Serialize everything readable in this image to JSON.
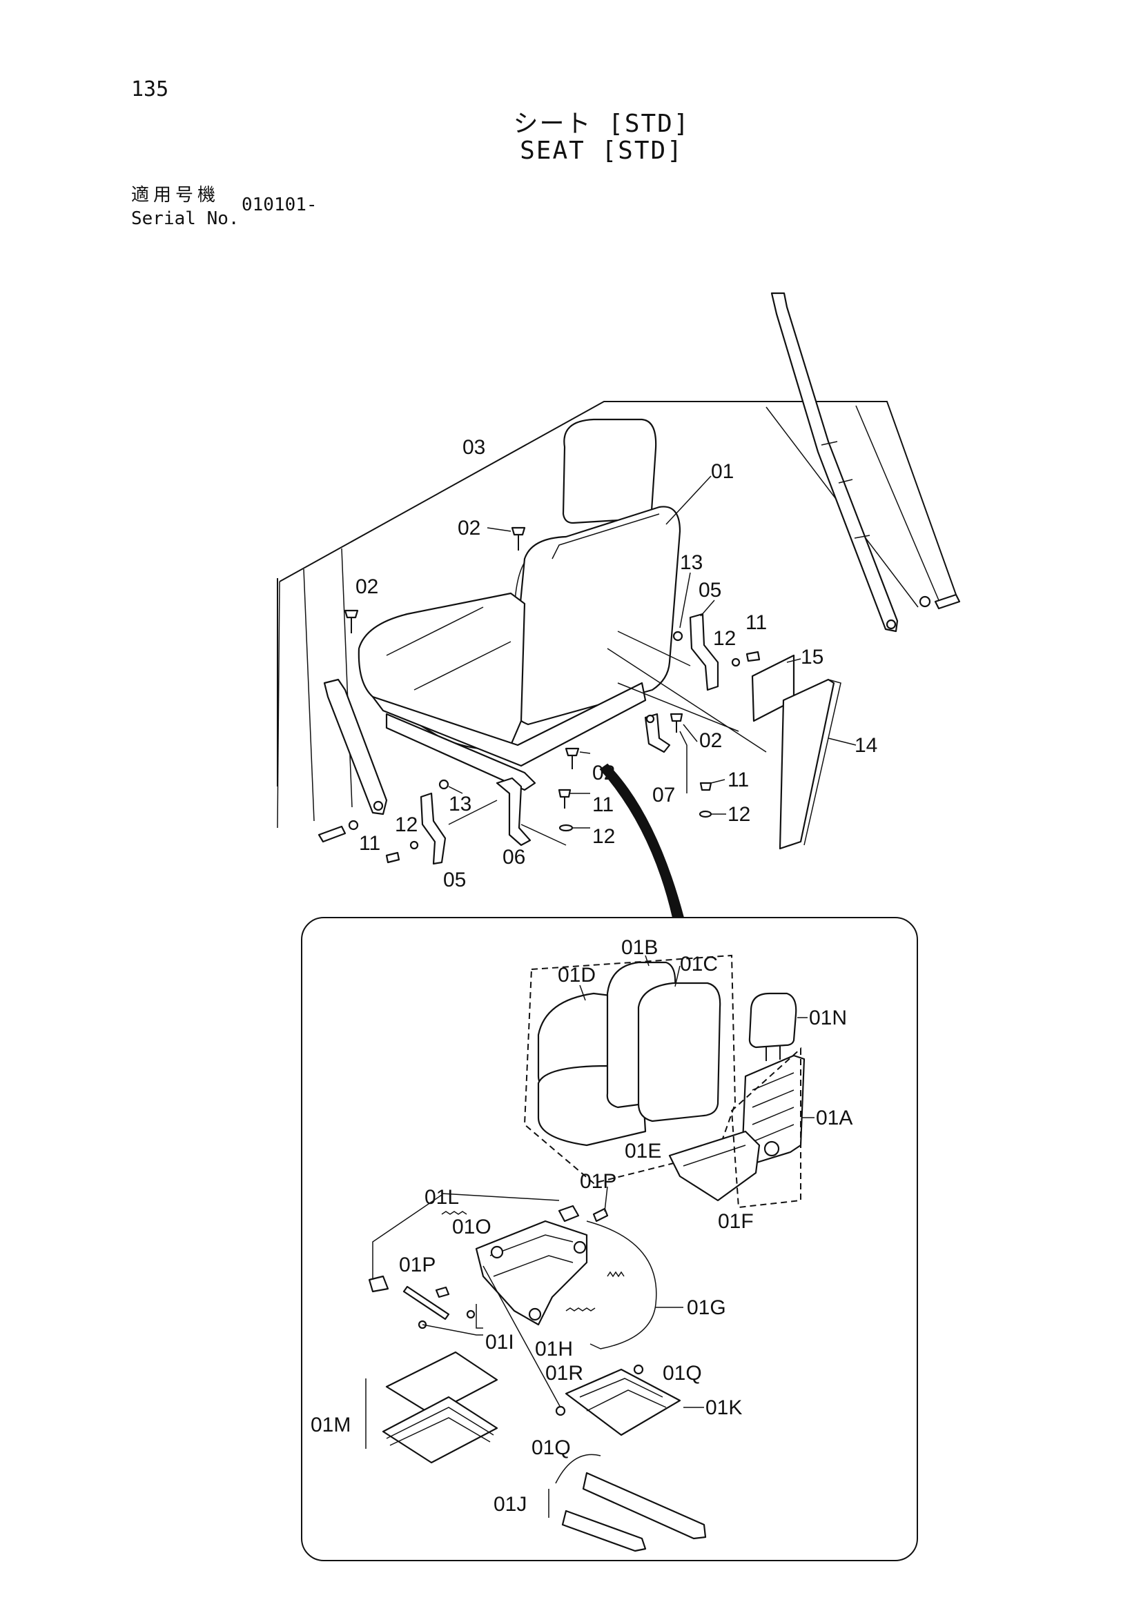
{
  "page": {
    "number": "135",
    "title_ja": "シート [STD]",
    "title_en": "SEAT [STD]",
    "serial_label_ja": "適用号機",
    "serial_label_en": "Serial No.",
    "serial_value": "010101-"
  },
  "main_labels": {
    "l03": "03",
    "l01": "01",
    "l02a": "02",
    "l02b": "02",
    "l13a": "13",
    "l05a": "05",
    "l12a": "12",
    "l11a": "11",
    "l15": "15",
    "l14": "14",
    "l02c": "02",
    "l02d": "02",
    "l07": "07",
    "l11b": "11",
    "l12b": "12",
    "l11c": "11",
    "l12c": "12",
    "l13b": "13",
    "l12d": "12",
    "l11d": "11",
    "l05b": "05",
    "l06": "06"
  },
  "detail_labels": {
    "l01B": "01B",
    "l01C": "01C",
    "l01D": "01D",
    "l01N": "01N",
    "l01A": "01A",
    "l01E": "01E",
    "l01F": "01F",
    "l01P1": "01P",
    "l01L": "01L",
    "l01O": "01O",
    "l01P2": "01P",
    "l01G": "01G",
    "l01I": "01I",
    "l01H": "01H",
    "l01R": "01R",
    "l01Q1": "01Q",
    "l01K": "01K",
    "l01M": "01M",
    "l01Q2": "01Q",
    "l01J": "01J"
  }
}
